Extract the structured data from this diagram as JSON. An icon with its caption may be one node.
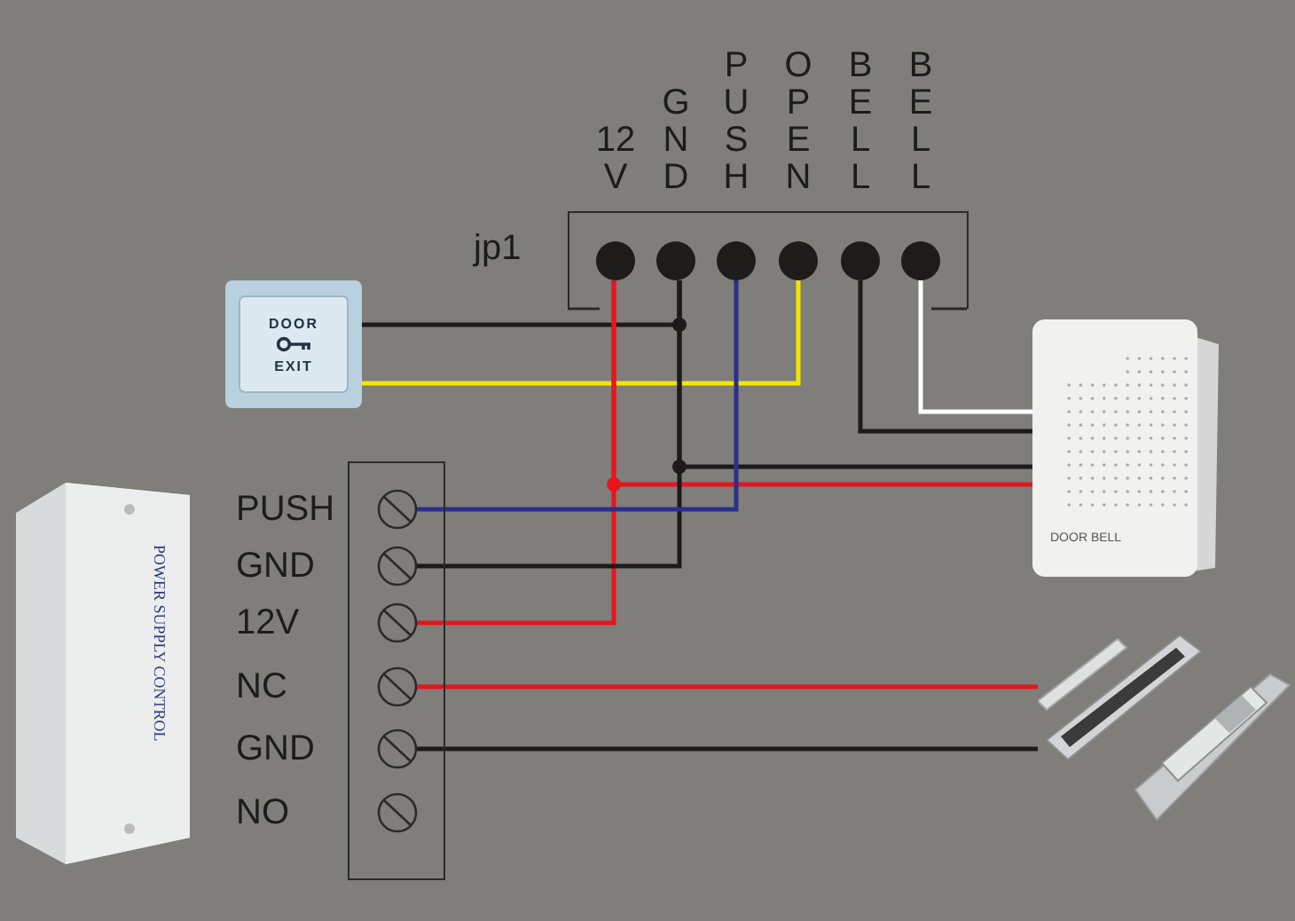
{
  "diagram": {
    "nodes": [
      {
        "text": [
          "jp1"
        ]
      },
      {
        "text": [
          "12 V"
        ],
        "in": 0
      },
      {
        "text": [
          "G N D"
        ],
        "in": 0
      },
      {
        "text": [
          "P U S H"
        ],
        "in": 0
      },
      {
        "text": [
          "O P E N"
        ],
        "in": 0
      },
      {
        "text": [
          "B E L L"
        ],
        "in": 0
      },
      {
        "text": [
          "B E L L"
        ],
        "in": 0
      },
      {
        "text": [
          "DOOR",
          "EXIT"
        ]
      },
      {
        "text": [
          "DOOR BELL"
        ]
      },
      {
        "text": [
          "POWER SUPPLY CONTROL"
        ]
      },
      {
        "text": [],
        "shape": "box"
      },
      {
        "text": [
          "PUSH"
        ],
        "in": 10
      },
      {
        "text": [
          "GND"
        ],
        "in": 10
      },
      {
        "text": [
          "12V"
        ],
        "in": 10
      },
      {
        "text": [
          "NC"
        ],
        "in": 10
      },
      {
        "text": [
          "GND"
        ],
        "in": 10
      },
      {
        "text": [
          "NO"
        ],
        "in": 10
      },
      {
        "text": [],
        "shape": "picture"
      }
    ],
    "edges": [
      {
        "from": 7,
        "to": 2,
        "arrow": "none"
      },
      {
        "from": 7,
        "to": 4,
        "arrow": "none",
        "color": "#f2e600"
      },
      {
        "from": 1,
        "to": 8,
        "arrow": "none",
        "color": "#e8141c"
      },
      {
        "from": 1,
        "to": 13,
        "arrow": "none",
        "color": "#e8141c"
      },
      {
        "from": 2,
        "to": 8,
        "arrow": "none"
      },
      {
        "from": 2,
        "to": 12,
        "arrow": "none"
      },
      {
        "from": 3,
        "to": 11,
        "arrow": "none",
        "color": "#2b2f8c"
      },
      {
        "from": 5,
        "to": 8,
        "arrow": "none"
      },
      {
        "from": 6,
        "to": 8,
        "arrow": "none",
        "color": "#ffffff"
      },
      {
        "from": 14,
        "to": 17,
        "arrow": "none",
        "color": "#e8141c"
      },
      {
        "from": 15,
        "to": 17,
        "arrow": "none"
      }
    ]
  }
}
